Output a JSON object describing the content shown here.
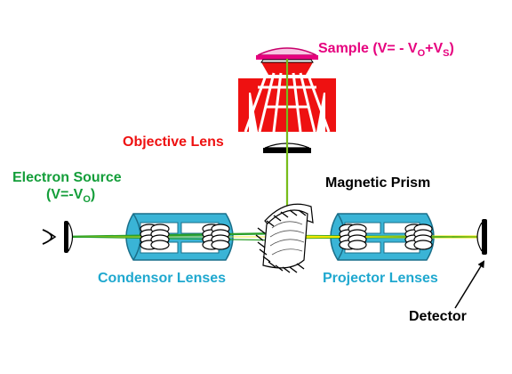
{
  "labels": {
    "sample_prefix": "Sample (V= - V",
    "sample_sub1": "O",
    "sample_mid": "+V",
    "sample_sub2": "S",
    "sample_suffix": ")",
    "objective": "Objective Lens",
    "source_line1": "Electron Source",
    "source_prefix": "(V=-V",
    "source_sub": "O",
    "source_suffix": ")",
    "prism": "Magnetic Prism",
    "condensor": "Condensor Lenses",
    "projector": "Projector Lenses",
    "detector": "Detector"
  },
  "colors": {
    "sample": "#e6007e",
    "objective": "#ee1111",
    "source": "#149e3a",
    "lens_housing": "#3ab4d6",
    "beam_green": "#2aa02a",
    "beam_yellow": "#f2e600",
    "text_dark": "#000000"
  }
}
